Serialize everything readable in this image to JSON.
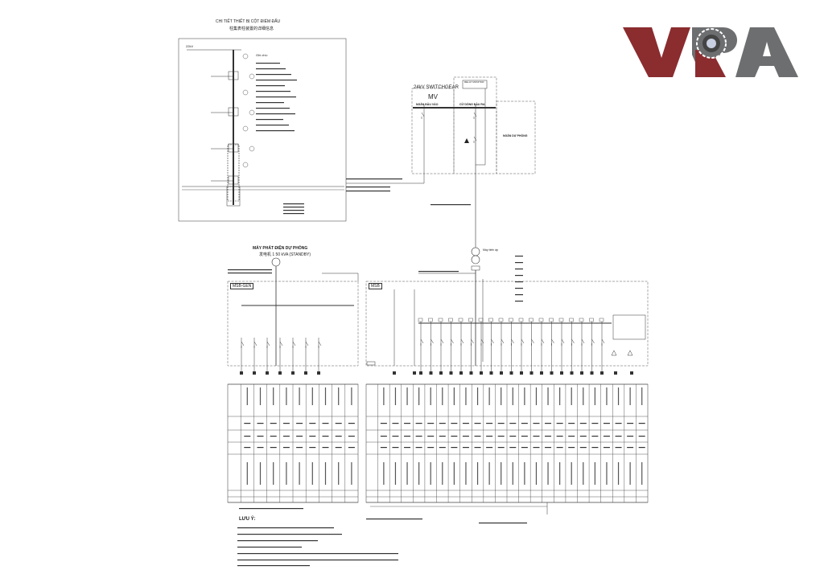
{
  "detail": {
    "title": "CHI TIẾT THIẾT BỊ CỘT ĐIỂM ĐẤU",
    "subtitle": "柱集表柱装置的详细信息",
    "line_label": "22kV",
    "legend_title": "Ghi chú:"
  },
  "logo": {
    "text": "VPA",
    "colors": {
      "red": "#8b2c2f",
      "gray": "#6d6e70"
    }
  },
  "switchgear": {
    "title": "24kV SWITCHGEAR",
    "mv_label": "MV",
    "incoming_label": "NGĂN ĐẦU VÀO",
    "outgoing_label": "CỬ DÒNG ĐẦU RA",
    "reserve_label": "NGĂN DỰ PHÒNG",
    "relay_label": "RELAY MONITOR"
  },
  "transformer": {
    "label": "Máy biến áp"
  },
  "generator": {
    "title": "MÁY PHÁT ĐIỆN DỰ PHÒNG",
    "subtitle": "发电机 1 50 kVA (STANDBY)"
  },
  "panels": {
    "msb_gen": "MSB-GEN",
    "msb": "MSB"
  },
  "notes": {
    "title": "LƯU Ý:"
  },
  "colors": {
    "line": "#333333",
    "dashed": "#555555"
  }
}
